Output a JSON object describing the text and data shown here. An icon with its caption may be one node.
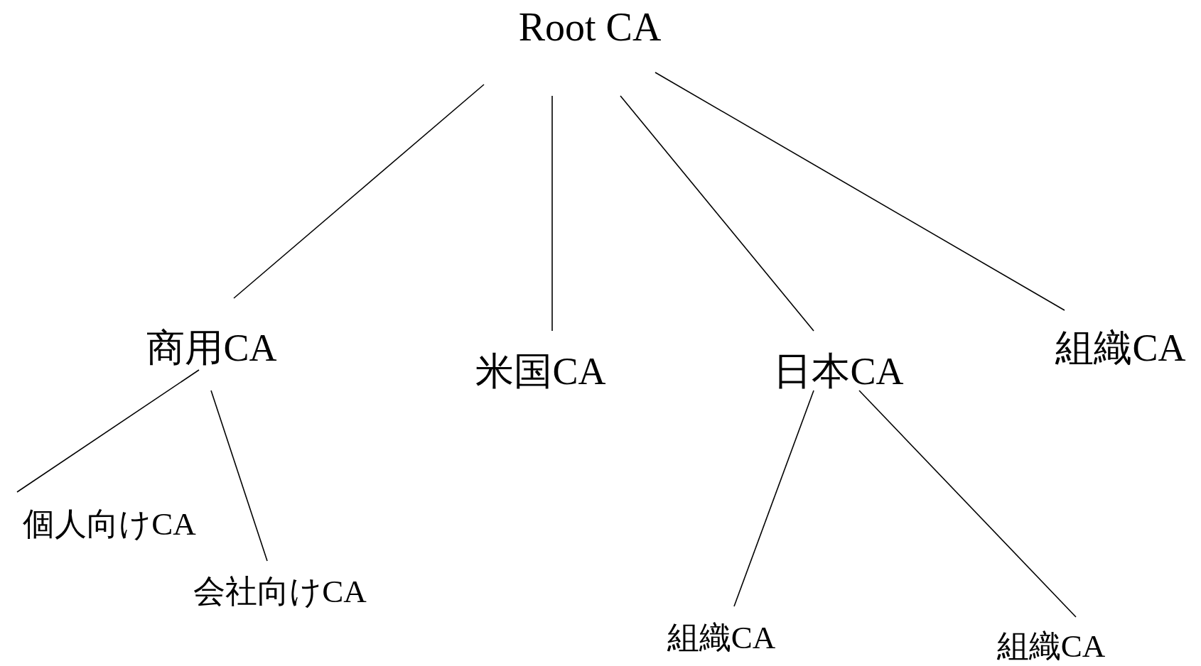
{
  "diagram": {
    "nodes": [
      {
        "text": [
          "Root CA"
        ]
      },
      {
        "text": [
          "商用CA"
        ]
      },
      {
        "text": [
          "米国CA"
        ]
      },
      {
        "text": [
          "日本CA"
        ]
      },
      {
        "text": [
          "組織CA"
        ]
      },
      {
        "text": [
          "個人向けCA"
        ]
      },
      {
        "text": [
          "会社向けCA"
        ]
      },
      {
        "text": [
          "組織CA"
        ]
      },
      {
        "text": [
          "組織CA"
        ]
      }
    ],
    "edges": [
      {
        "from": 0,
        "to": 1,
        "arrow": "none"
      },
      {
        "from": 0,
        "to": 2,
        "arrow": "none"
      },
      {
        "from": 0,
        "to": 3,
        "arrow": "none"
      },
      {
        "from": 0,
        "to": 4,
        "arrow": "none"
      },
      {
        "from": 1,
        "to": 5,
        "arrow": "none"
      },
      {
        "from": 1,
        "to": 6,
        "arrow": "none"
      },
      {
        "from": 3,
        "to": 7,
        "arrow": "none"
      },
      {
        "from": 3,
        "to": 8,
        "arrow": "none"
      }
    ]
  }
}
